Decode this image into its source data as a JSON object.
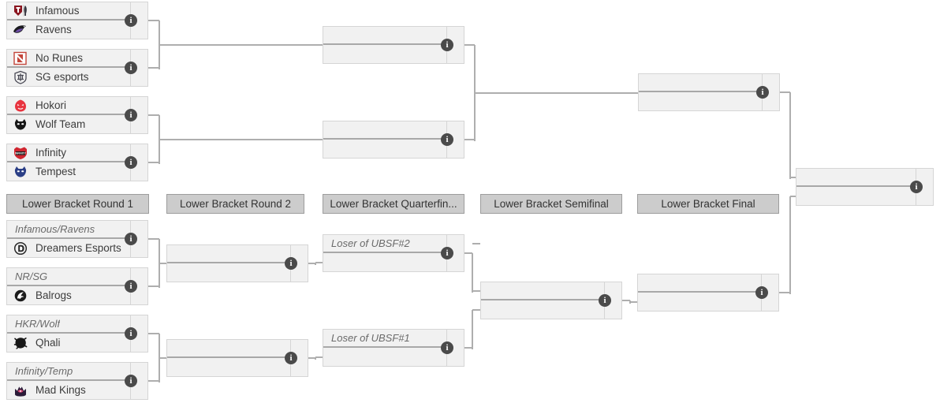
{
  "upper_bracket": {
    "round1": [
      {
        "id": "ub-r1-m1",
        "top": {
          "name": "Infamous",
          "logo": "infamous-logo"
        },
        "bottom": {
          "name": "Ravens",
          "logo": "ravens-logo"
        }
      },
      {
        "id": "ub-r1-m2",
        "top": {
          "name": "No Runes",
          "logo": "no-runes-logo"
        },
        "bottom": {
          "name": "SG esports",
          "logo": "sg-esports-logo"
        }
      },
      {
        "id": "ub-r1-m3",
        "top": {
          "name": "Hokori",
          "logo": "hokori-logo"
        },
        "bottom": {
          "name": "Wolf Team",
          "logo": "wolf-team-logo"
        }
      },
      {
        "id": "ub-r1-m4",
        "top": {
          "name": "Infinity",
          "logo": "infinity-logo"
        },
        "bottom": {
          "name": "Tempest",
          "logo": "tempest-logo"
        }
      }
    ],
    "quarterfinals": [
      {
        "id": "ub-qf-1",
        "top": {
          "name": ""
        },
        "bottom": {
          "name": ""
        }
      },
      {
        "id": "ub-qf-2",
        "top": {
          "name": ""
        },
        "bottom": {
          "name": ""
        }
      }
    ],
    "semifinal": [
      {
        "id": "ub-sf-1",
        "top": {
          "name": ""
        },
        "bottom": {
          "name": ""
        }
      }
    ]
  },
  "grand_final": {
    "id": "grand-final",
    "top": {
      "name": ""
    },
    "bottom": {
      "name": ""
    }
  },
  "round_headers": [
    {
      "id": "lb-r1-header",
      "label": "Lower Bracket Round 1"
    },
    {
      "id": "lb-r2-header",
      "label": "Lower Bracket Round 2"
    },
    {
      "id": "lb-qf-header",
      "label": "Lower Bracket Quarterfin..."
    },
    {
      "id": "lb-sf-header",
      "label": "Lower Bracket Semifinal"
    },
    {
      "id": "lb-f-header",
      "label": "Lower Bracket Final"
    }
  ],
  "lower_bracket": {
    "round1": [
      {
        "id": "lb-r1-m1",
        "top": {
          "name": "Infamous/Ravens",
          "placeholder": true
        },
        "bottom": {
          "name": "Dreamers Esports",
          "logo": "dreamers-logo"
        }
      },
      {
        "id": "lb-r1-m2",
        "top": {
          "name": "NR/SG",
          "placeholder": true
        },
        "bottom": {
          "name": "Balrogs",
          "logo": "balrogs-logo"
        }
      },
      {
        "id": "lb-r1-m3",
        "top": {
          "name": "HKR/Wolf",
          "placeholder": true
        },
        "bottom": {
          "name": "Qhali",
          "logo": "qhali-logo"
        }
      },
      {
        "id": "lb-r1-m4",
        "top": {
          "name": "Infinity/Temp",
          "placeholder": true
        },
        "bottom": {
          "name": "Mad Kings",
          "logo": "mad-kings-logo"
        }
      }
    ],
    "round2": [
      {
        "id": "lb-r2-m1",
        "top": {
          "name": ""
        },
        "bottom": {
          "name": ""
        }
      },
      {
        "id": "lb-r2-m2",
        "top": {
          "name": ""
        },
        "bottom": {
          "name": ""
        }
      }
    ],
    "quarterfinals": [
      {
        "id": "lb-qf-1",
        "top": {
          "name": "Loser of UBSF#2",
          "placeholder": true
        },
        "bottom": {
          "name": ""
        }
      },
      {
        "id": "lb-qf-2",
        "top": {
          "name": "Loser of UBSF#1",
          "placeholder": true
        },
        "bottom": {
          "name": ""
        }
      }
    ],
    "semifinal": [
      {
        "id": "lb-sf-1",
        "top": {
          "name": ""
        },
        "bottom": {
          "name": ""
        }
      }
    ],
    "final": [
      {
        "id": "lb-f-1",
        "top": {
          "name": ""
        },
        "bottom": {
          "name": ""
        }
      }
    ]
  },
  "info_icon_glyph": "i",
  "colors": {
    "box_fill": "#f1f1f1",
    "box_border": "#d5d5d5",
    "row_divider": "#a8a8a8",
    "connector": "#aeaeae",
    "header_fill": "#cccccc",
    "header_border": "#9d9d9d",
    "info_badge": "#4a4a4a"
  }
}
